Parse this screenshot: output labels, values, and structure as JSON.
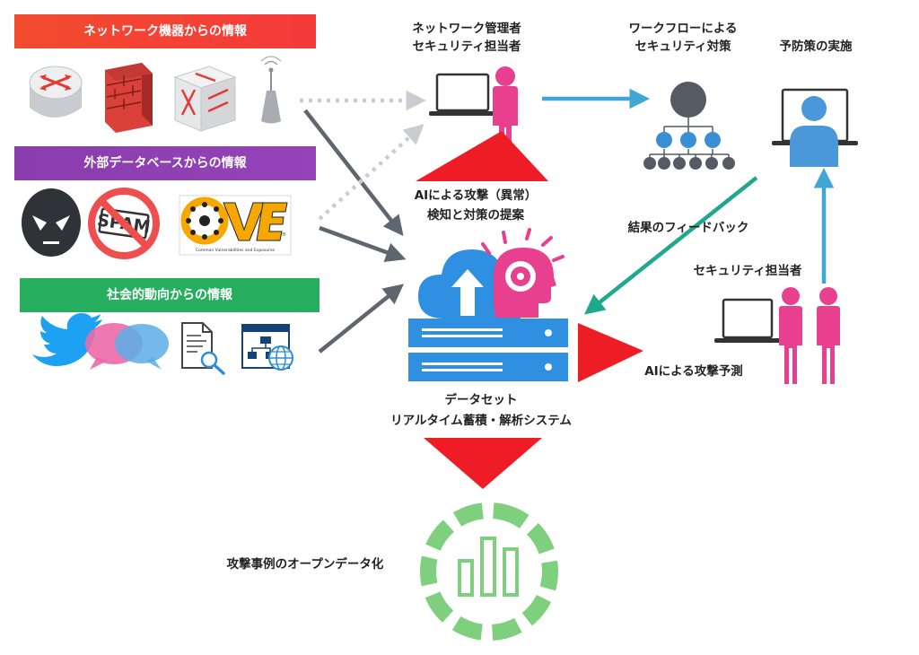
{
  "sources": {
    "network": {
      "title": "ネットワーク機器からの情報",
      "color": "#f4433c"
    },
    "external_db": {
      "title": "外部データベースからの情報",
      "color": "#8e3fb0"
    },
    "social": {
      "title": "社会的動向からの情報",
      "color": "#27ae5f"
    }
  },
  "icons": {
    "spam_text": "SPAM",
    "cve_text": "CVE",
    "cve_subtitle": "Common Vulnerabilities and Exposures",
    "cve_registered": "®"
  },
  "nodes": {
    "admin": [
      "ネットワーク管理者",
      "セキュリティ担当者"
    ],
    "workflow": [
      "ワークフローによる",
      "セキュリティ対策"
    ],
    "prevention": "予防策の実施",
    "ai_detect": [
      "AIによる攻撃（異常）",
      "検知と対策の提案"
    ],
    "feedback": "結果のフィードバック",
    "security_staff": "セキュリティ担当者",
    "ai_predict": "AIによる攻撃予測",
    "dataset": [
      "データセット",
      "リアルタイム蓄積・解析システム"
    ],
    "open_data": "攻撃事例のオープンデータ化"
  },
  "colors": {
    "person": "#e8408f",
    "arrow_gray": "#5f6670",
    "arrow_blue": "#3fa6d5",
    "arrow_teal": "#1fa88c",
    "triangle_red": "#ee1c24",
    "server_blue": "#2f8fe0",
    "ring_green": "#7ed07f"
  }
}
